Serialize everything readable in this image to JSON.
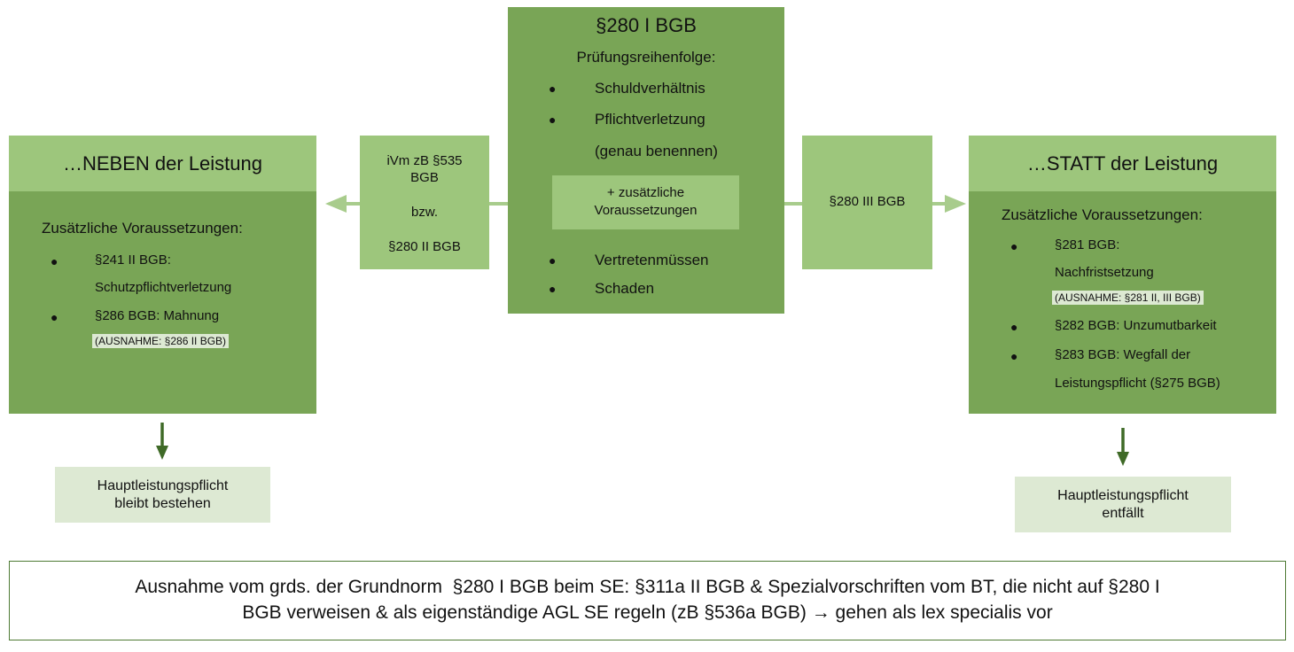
{
  "center": {
    "title": "§280 I BGB",
    "subtitle": "Prüfungsreihenfolge:",
    "bullets_top": [
      "Schuldverhältnis",
      "Pflichtverletzung",
      "(genau benennen)"
    ],
    "extra": [
      "+ zusätzliche",
      "Voraussetzungen"
    ],
    "bullets_bottom": [
      "Vertretenmüssen",
      "Schaden"
    ],
    "bullet_symbol": "●"
  },
  "left_connector": {
    "lines": [
      "iVm zB §535",
      "BGB",
      "bzw.",
      "§280 II BGB"
    ]
  },
  "right_connector": {
    "label": "§280 III BGB"
  },
  "left_box": {
    "title": "…NEBEN der Leistung",
    "heading": "Zusätzliche Voraussetzungen:",
    "item1": "§241 II BGB:",
    "item1_cont": "Schutzpflichtverletzung",
    "item2": "§286 BGB: Mahnung",
    "note": "(AUSNAHME: §286 II BGB)"
  },
  "right_box": {
    "title": "…STATT der Leistung",
    "heading": "Zusätzliche Voraussetzungen:",
    "item1": "§281 BGB:",
    "item1_cont": "Nachfristsetzung",
    "note": "(AUSNAHME: §281 II, III BGB)",
    "item2": "§282 BGB: Unzumutbarkeit",
    "item3": "§283 BGB: Wegfall der",
    "item3_cont": "Leistungspflicht (§275 BGB)"
  },
  "left_outcome": {
    "line1": "Hauptleistungspflicht",
    "line2": "bleibt bestehen"
  },
  "right_outcome": {
    "line1": "Hauptleistungspflicht",
    "line2": "entfällt"
  },
  "footer": {
    "line1": "Ausnahme vom grds. der Grundnorm  §280 I BGB beim SE: §311a II BGB & Spezialvorschriften vom BT, die nicht auf §280 I",
    "line2": "BGB verweisen & als eigenständige AGL SE regeln (zB §536a BGB) → gehen als lex specialis vor"
  },
  "colors": {
    "dark_green": "#79a556",
    "light_green": "#9dc67c",
    "pale_green": "#dde9d3",
    "arrow_light": "#a8cc8c",
    "arrow_dark": "#3f6a27"
  }
}
